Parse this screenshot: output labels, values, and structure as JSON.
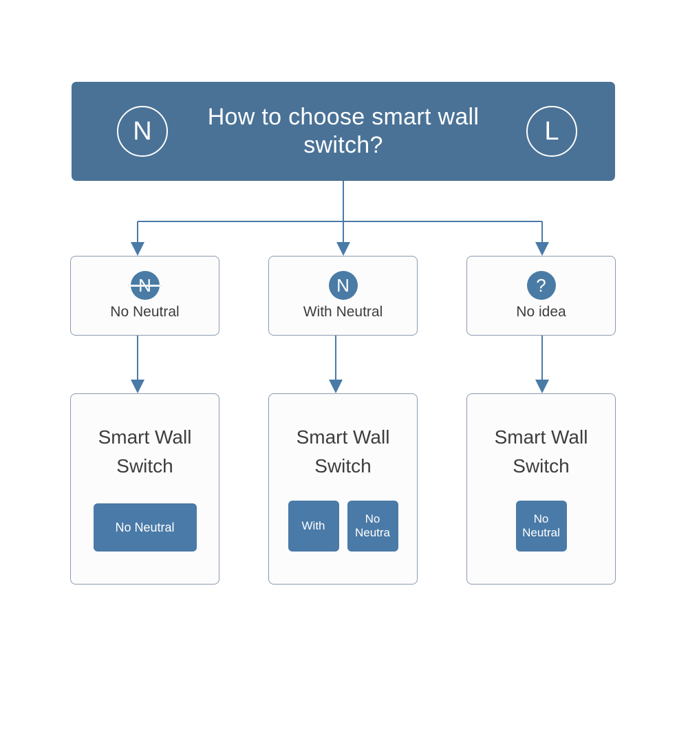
{
  "header": {
    "title": "How to choose smart wall\nswitch?",
    "left_badge": "N",
    "right_badge": "L",
    "bg_color": "#4a7296"
  },
  "choices": [
    {
      "badge": "N",
      "badge_struck": true,
      "label": "No Neutral"
    },
    {
      "badge": "N",
      "badge_struck": false,
      "label": "With Neutral"
    },
    {
      "badge": "?",
      "badge_struck": false,
      "label": "No idea"
    }
  ],
  "products": [
    {
      "title": "Smart Wall\nSwitch",
      "buttons": [
        {
          "label": "No Neutral",
          "style": "wide"
        }
      ]
    },
    {
      "title": "Smart Wall\nSwitch",
      "buttons": [
        {
          "label": "With",
          "style": "square"
        },
        {
          "label": "No\nNeutra",
          "style": "square"
        }
      ]
    },
    {
      "title": "Smart Wall\nSwitch",
      "buttons": [
        {
          "label": "No\nNeutral",
          "style": "square"
        }
      ]
    }
  ],
  "colors": {
    "banner": "#4a7296",
    "badge": "#4a7ba5",
    "button": "#4a7aa7",
    "connector": "#4a7aa7",
    "card_border": "#8a9bb0",
    "card_bg": "#fcfcfc",
    "text": "#3d3d3d"
  }
}
